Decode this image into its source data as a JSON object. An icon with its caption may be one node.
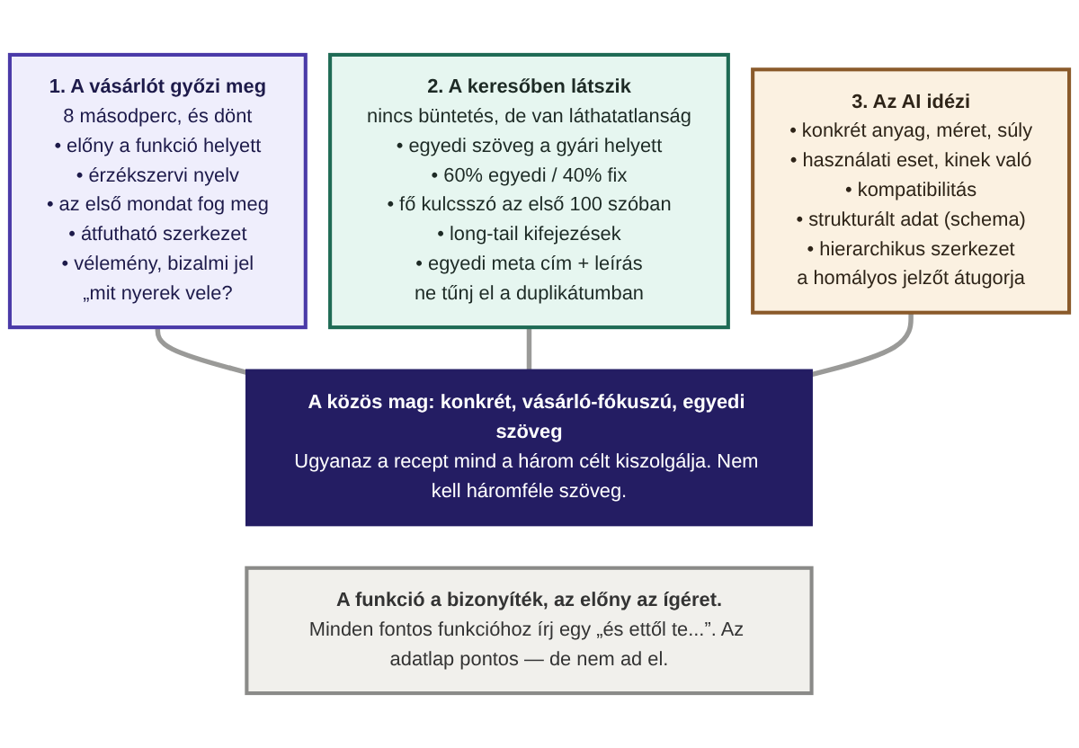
{
  "diagram": {
    "nodes": [
      {
        "text": [
          "1. A vásárlót győzi meg",
          "8 másodperc, és dönt",
          "• előny a funkció helyett",
          "• érzékszervi nyelv",
          "• az első mondat fog meg",
          "• átfutható szerkezet",
          "• vélemény, bizalmi jel",
          "„mit nyerek vele?"
        ]
      },
      {
        "text": [
          "2. A keresőben látszik",
          "nincs büntetés, de van láthatatlanság",
          "• egyedi szöveg a gyári helyett",
          "• 60% egyedi / 40% fix",
          "• fő kulcsszó az első 100 szóban",
          "• long-tail kifejezések",
          "• egyedi meta cím + leírás",
          "ne tűnj el a duplikátumban"
        ]
      },
      {
        "text": [
          "3. Az AI idézi",
          "• konkrét anyag, méret, súly",
          "• használati eset, kinek való",
          "• kompatibilitás",
          "• strukturált adat (schema)",
          "• hierarchikus szerkezet",
          "a homályos jelzőt átugorja"
        ]
      },
      {
        "text": [
          "A közös mag: konkrét, vásárló-fókuszú, egyedi szöveg",
          "Ugyanaz a recept mind a három célt kiszolgálja. Nem kell háromféle szöveg."
        ]
      },
      {
        "text": [
          "A funkció a bizonyíték, az előny az ígéret.",
          "Minden fontos funkcióhoz írj egy „és ettől te...”. Az adatlap pontos — de nem ad el."
        ]
      }
    ],
    "edges": [
      {
        "from": 0,
        "to": 3,
        "arrow": "none"
      },
      {
        "from": 1,
        "to": 3,
        "arrow": "none"
      },
      {
        "from": 2,
        "to": 3,
        "arrow": "none"
      }
    ]
  }
}
